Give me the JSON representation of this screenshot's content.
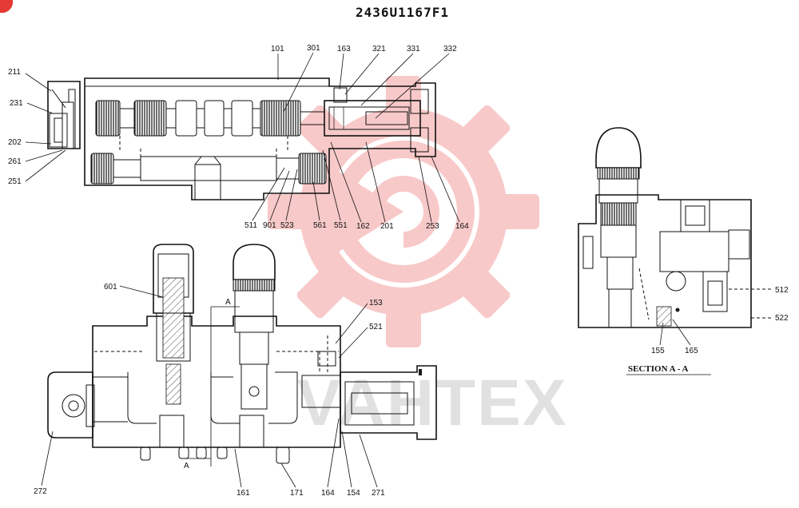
{
  "title": "2436U1167F1",
  "watermark": "VAHTEX",
  "section_caption": "SECTION A - A",
  "section_marker": "A",
  "colors": {
    "watermark_gear": "#f08a8a",
    "corner_badge": "#e53935",
    "ink": "#111111"
  },
  "labels": {
    "l101": "101",
    "l301": "301",
    "l163": "163",
    "l321": "321",
    "l331": "331",
    "l332": "332",
    "l211": "211",
    "l231": "231",
    "l202": "202",
    "l261": "261",
    "l251": "251",
    "l511": "511",
    "l901": "901",
    "l523": "523",
    "l561": "561",
    "l551": "551",
    "l162": "162",
    "l201": "201",
    "l253": "253",
    "l164a": "164",
    "l601": "601",
    "l153": "153",
    "l521": "521",
    "l272": "272",
    "l161": "161",
    "l171": "171",
    "l164b": "164",
    "l154": "154",
    "l271": "271",
    "l512": "512",
    "l522": "522",
    "l155": "155",
    "l165": "165"
  }
}
